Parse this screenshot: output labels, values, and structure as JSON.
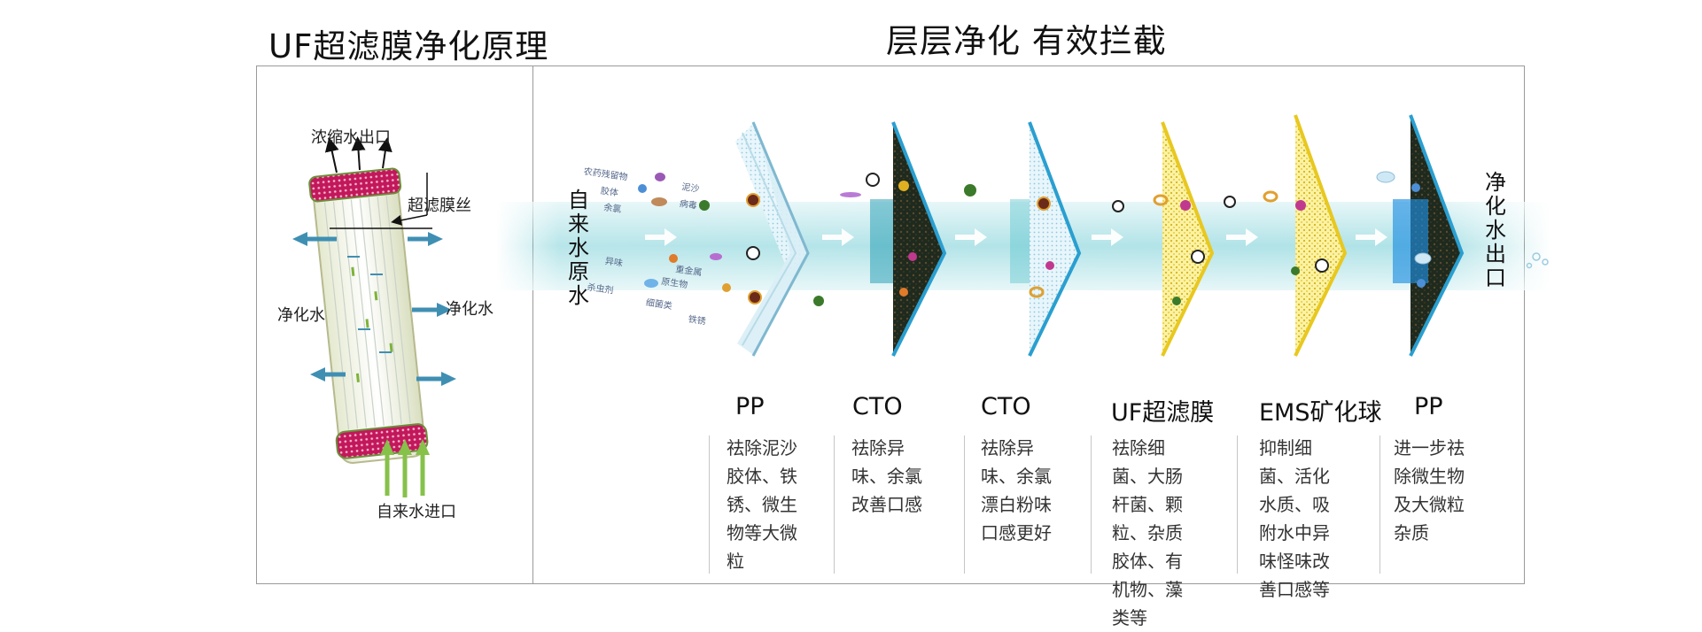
{
  "titles": {
    "left": "UF超滤膜净化原理",
    "right": "层层净化  有效拦截"
  },
  "diagram": {
    "concentrate_outlet": "浓缩水出口",
    "uf_fiber": "超滤膜丝",
    "purified_left": "净化水",
    "purified_right": "净化水",
    "tap_inlet": "自来水进口"
  },
  "flow": {
    "source_label": "自来水原水",
    "outlet_label": "净化水出口",
    "contaminants": [
      "农药残留物",
      "泥沙",
      "胶体",
      "病毒",
      "余氯",
      "异味",
      "重金属",
      "原生物",
      "杀虫剂",
      "细菌类",
      "铁锈"
    ]
  },
  "stages": [
    {
      "name": "PP",
      "desc": "祛除泥沙胶体、铁锈、微生物等大微粒"
    },
    {
      "name": "CTO",
      "desc": "祛除异味、余氯　改善口感"
    },
    {
      "name": "CTO",
      "desc": "祛除异味、余氯漂白粉味　口感更好"
    },
    {
      "name": "UF超滤膜",
      "desc": "祛除细菌、大肠杆菌、颗粒、杂质胶体、有机物、藻类等"
    },
    {
      "name": "EMS矿化球",
      "desc": "抑制细菌、活化水质、吸附水中异味怪味改善口感等"
    },
    {
      "name": "PP",
      "desc": "进一步祛除微生物及大微粒杂质"
    }
  ],
  "colors": {
    "water": "#5fc6cf",
    "fiber_arrow": "#3f8fb3",
    "inlet_arrow": "#86c14a",
    "membrane_dark": "#1c2a1c",
    "membrane_yellow": "#f2dc3a",
    "membrane_edge": "#2a9fd0",
    "cap": "#c2185b"
  }
}
